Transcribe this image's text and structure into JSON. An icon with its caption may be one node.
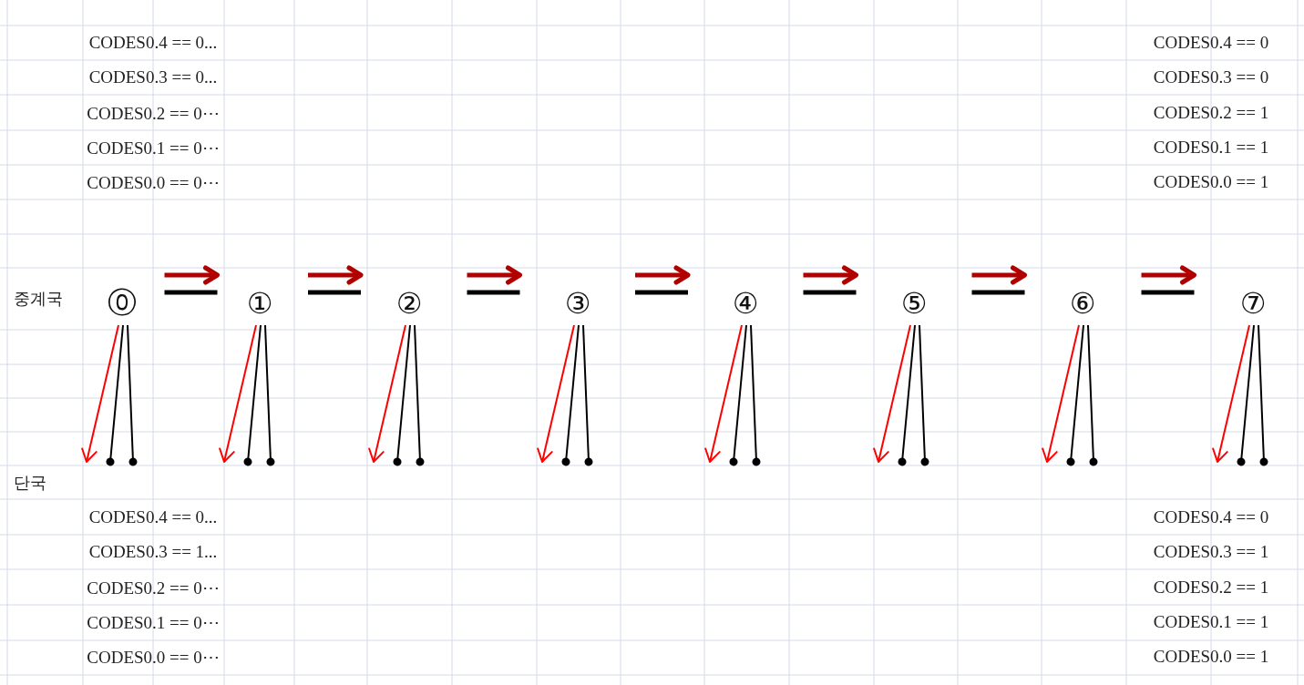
{
  "diagram": {
    "nodes": [
      {
        "text": [
          "⓪"
        ]
      },
      {
        "text": [
          "①"
        ]
      },
      {
        "text": [
          "②"
        ]
      },
      {
        "text": [
          "③"
        ]
      },
      {
        "text": [
          "④"
        ]
      },
      {
        "text": [
          "⑤"
        ]
      },
      {
        "text": [
          "⑥"
        ]
      },
      {
        "text": [
          "⑦"
        ]
      }
    ],
    "edges": [
      {
        "from": 0,
        "to": 1,
        "arrow": "to",
        "style": "thick",
        "color": "#b00000"
      },
      {
        "from": 0,
        "to": 1,
        "arrow": "none",
        "style": "thick"
      },
      {
        "from": 1,
        "to": 2,
        "arrow": "to",
        "style": "thick",
        "color": "#b00000"
      },
      {
        "from": 1,
        "to": 2,
        "arrow": "none",
        "style": "thick"
      },
      {
        "from": 2,
        "to": 3,
        "arrow": "to",
        "style": "thick",
        "color": "#b00000"
      },
      {
        "from": 2,
        "to": 3,
        "arrow": "none",
        "style": "thick"
      },
      {
        "from": 3,
        "to": 4,
        "arrow": "to",
        "style": "thick",
        "color": "#b00000"
      },
      {
        "from": 3,
        "to": 4,
        "arrow": "none",
        "style": "thick"
      },
      {
        "from": 4,
        "to": 5,
        "arrow": "to",
        "style": "thick",
        "color": "#b00000"
      },
      {
        "from": 4,
        "to": 5,
        "arrow": "none",
        "style": "thick"
      },
      {
        "from": 5,
        "to": 6,
        "arrow": "to",
        "style": "thick",
        "color": "#b00000"
      },
      {
        "from": 5,
        "to": 6,
        "arrow": "none",
        "style": "thick"
      },
      {
        "from": 6,
        "to": 7,
        "arrow": "to",
        "style": "thick",
        "color": "#b00000"
      },
      {
        "from": 6,
        "to": 7,
        "arrow": "none",
        "style": "thick"
      },
      {
        "from": 0,
        "to": null,
        "arrow": "to",
        "color": "#ff0000"
      },
      {
        "from": 0,
        "to": null,
        "arrow": "other"
      },
      {
        "from": 0,
        "to": null,
        "arrow": "other"
      },
      {
        "from": 1,
        "to": null,
        "arrow": "to",
        "color": "#ff0000"
      },
      {
        "from": 1,
        "to": null,
        "arrow": "other"
      },
      {
        "from": 1,
        "to": null,
        "arrow": "other"
      },
      {
        "from": 2,
        "to": null,
        "arrow": "to",
        "color": "#ff0000"
      },
      {
        "from": 2,
        "to": null,
        "arrow": "other"
      },
      {
        "from": 2,
        "to": null,
        "arrow": "other"
      },
      {
        "from": 3,
        "to": null,
        "arrow": "to",
        "color": "#ff0000"
      },
      {
        "from": 3,
        "to": null,
        "arrow": "other"
      },
      {
        "from": 3,
        "to": null,
        "arrow": "other"
      },
      {
        "from": 4,
        "to": null,
        "arrow": "to",
        "color": "#ff0000"
      },
      {
        "from": 4,
        "to": null,
        "arrow": "other"
      },
      {
        "from": 4,
        "to": null,
        "arrow": "other"
      },
      {
        "from": 5,
        "to": null,
        "arrow": "to",
        "color": "#ff0000"
      },
      {
        "from": 5,
        "to": null,
        "arrow": "other"
      },
      {
        "from": 5,
        "to": null,
        "arrow": "other"
      },
      {
        "from": 6,
        "to": null,
        "arrow": "to",
        "color": "#ff0000"
      },
      {
        "from": 6,
        "to": null,
        "arrow": "other"
      },
      {
        "from": 6,
        "to": null,
        "arrow": "other"
      },
      {
        "from": 7,
        "to": null,
        "arrow": "to",
        "color": "#ff0000"
      },
      {
        "from": 7,
        "to": null,
        "arrow": "other"
      },
      {
        "from": 7,
        "to": null,
        "arrow": "other"
      }
    ],
    "labels": [
      "CODES0.4 == 0...",
      "CODES0.4 == 0",
      "CODES0.3 == 0...",
      "CODES0.3 == 0",
      "CODES0.2 == 0⋯",
      "CODES0.2 == 1",
      "CODES0.1 == 0⋯",
      "CODES0.1 == 1",
      "CODES0.0 == 0⋯",
      "CODES0.0 == 1",
      "중계국",
      "단국",
      "CODES0.4 == 0...",
      "CODES0.4 == 0",
      "CODES0.3 == 1...",
      "CODES0.3 == 1",
      "CODES0.2 == 0⋯",
      "CODES0.2 == 1",
      "CODES0.1 == 0⋯",
      "CODES0.1 == 1",
      "CODES0.0 == 0⋯",
      "CODES0.0 == 1"
    ]
  }
}
